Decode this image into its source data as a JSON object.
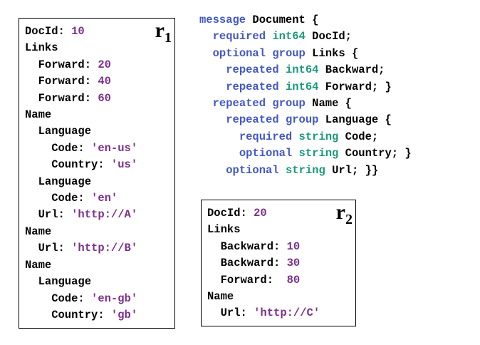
{
  "record1": {
    "label": "r",
    "sub": "1",
    "lines": [
      [
        {
          "t": "DocId: ",
          "c": "key"
        },
        {
          "t": "10",
          "c": "val"
        }
      ],
      [
        {
          "t": "Links",
          "c": "key"
        }
      ],
      [
        {
          "t": "  Forward: ",
          "c": "key"
        },
        {
          "t": "20",
          "c": "val"
        }
      ],
      [
        {
          "t": "  Forward: ",
          "c": "key"
        },
        {
          "t": "40",
          "c": "val"
        }
      ],
      [
        {
          "t": "  Forward: ",
          "c": "key"
        },
        {
          "t": "60",
          "c": "val"
        }
      ],
      [
        {
          "t": "Name",
          "c": "key"
        }
      ],
      [
        {
          "t": "  Language",
          "c": "key"
        }
      ],
      [
        {
          "t": "    Code: ",
          "c": "key"
        },
        {
          "t": "'en-us'",
          "c": "val"
        }
      ],
      [
        {
          "t": "    Country: ",
          "c": "key"
        },
        {
          "t": "'us'",
          "c": "val"
        }
      ],
      [
        {
          "t": "  Language",
          "c": "key"
        }
      ],
      [
        {
          "t": "    Code: ",
          "c": "key"
        },
        {
          "t": "'en'",
          "c": "val"
        }
      ],
      [
        {
          "t": "  Url: ",
          "c": "key"
        },
        {
          "t": "'http://A'",
          "c": "val"
        }
      ],
      [
        {
          "t": "Name",
          "c": "key"
        }
      ],
      [
        {
          "t": "  Url: ",
          "c": "key"
        },
        {
          "t": "'http://B'",
          "c": "val"
        }
      ],
      [
        {
          "t": "Name",
          "c": "key"
        }
      ],
      [
        {
          "t": "  Language",
          "c": "key"
        }
      ],
      [
        {
          "t": "    Code: ",
          "c": "key"
        },
        {
          "t": "'en-gb'",
          "c": "val"
        }
      ],
      [
        {
          "t": "    Country: ",
          "c": "key"
        },
        {
          "t": "'gb'",
          "c": "val"
        }
      ]
    ]
  },
  "schema": {
    "lines": [
      [
        {
          "t": "message",
          "c": "kw"
        },
        {
          "t": " Document {",
          "c": "plain"
        }
      ],
      [
        {
          "t": "  ",
          "c": "plain"
        },
        {
          "t": "required",
          "c": "kw"
        },
        {
          "t": " ",
          "c": "plain"
        },
        {
          "t": "int64",
          "c": "ty"
        },
        {
          "t": " DocId;",
          "c": "plain"
        }
      ],
      [
        {
          "t": "  ",
          "c": "plain"
        },
        {
          "t": "optional",
          "c": "kw"
        },
        {
          "t": " ",
          "c": "plain"
        },
        {
          "t": "group",
          "c": "kw"
        },
        {
          "t": " Links {",
          "c": "plain"
        }
      ],
      [
        {
          "t": "    ",
          "c": "plain"
        },
        {
          "t": "repeated",
          "c": "kw"
        },
        {
          "t": " ",
          "c": "plain"
        },
        {
          "t": "int64",
          "c": "ty"
        },
        {
          "t": " Backward;",
          "c": "plain"
        }
      ],
      [
        {
          "t": "    ",
          "c": "plain"
        },
        {
          "t": "repeated",
          "c": "kw"
        },
        {
          "t": " ",
          "c": "plain"
        },
        {
          "t": "int64",
          "c": "ty"
        },
        {
          "t": " Forward; }",
          "c": "plain"
        }
      ],
      [
        {
          "t": "  ",
          "c": "plain"
        },
        {
          "t": "repeated",
          "c": "kw"
        },
        {
          "t": " ",
          "c": "plain"
        },
        {
          "t": "group",
          "c": "kw"
        },
        {
          "t": " Name {",
          "c": "plain"
        }
      ],
      [
        {
          "t": "    ",
          "c": "plain"
        },
        {
          "t": "repeated",
          "c": "kw"
        },
        {
          "t": " ",
          "c": "plain"
        },
        {
          "t": "group",
          "c": "kw"
        },
        {
          "t": " Language {",
          "c": "plain"
        }
      ],
      [
        {
          "t": "      ",
          "c": "plain"
        },
        {
          "t": "required",
          "c": "kw"
        },
        {
          "t": " ",
          "c": "plain"
        },
        {
          "t": "string",
          "c": "ty"
        },
        {
          "t": " Code;",
          "c": "plain"
        }
      ],
      [
        {
          "t": "      ",
          "c": "plain"
        },
        {
          "t": "optional",
          "c": "kw"
        },
        {
          "t": " ",
          "c": "plain"
        },
        {
          "t": "string",
          "c": "ty"
        },
        {
          "t": " Country; }",
          "c": "plain"
        }
      ],
      [
        {
          "t": "    ",
          "c": "plain"
        },
        {
          "t": "optional",
          "c": "kw"
        },
        {
          "t": " ",
          "c": "plain"
        },
        {
          "t": "string",
          "c": "ty"
        },
        {
          "t": " Url; }}",
          "c": "plain"
        }
      ]
    ]
  },
  "record2": {
    "label": "r",
    "sub": "2",
    "lines": [
      [
        {
          "t": "DocId: ",
          "c": "key"
        },
        {
          "t": "20",
          "c": "val"
        }
      ],
      [
        {
          "t": "Links",
          "c": "key"
        }
      ],
      [
        {
          "t": "  Backward: ",
          "c": "key"
        },
        {
          "t": "10",
          "c": "val"
        }
      ],
      [
        {
          "t": "  Backward: ",
          "c": "key"
        },
        {
          "t": "30",
          "c": "val"
        }
      ],
      [
        {
          "t": "  Forward:  ",
          "c": "key"
        },
        {
          "t": "80",
          "c": "val"
        }
      ],
      [
        {
          "t": "Name",
          "c": "key"
        }
      ],
      [
        {
          "t": "  Url: ",
          "c": "key"
        },
        {
          "t": "'http://C'",
          "c": "val"
        }
      ]
    ]
  },
  "colors": {
    "keyword": "#4458c4",
    "type": "#1a9a7a",
    "value": "#7b2f8c",
    "text": "#000000"
  }
}
